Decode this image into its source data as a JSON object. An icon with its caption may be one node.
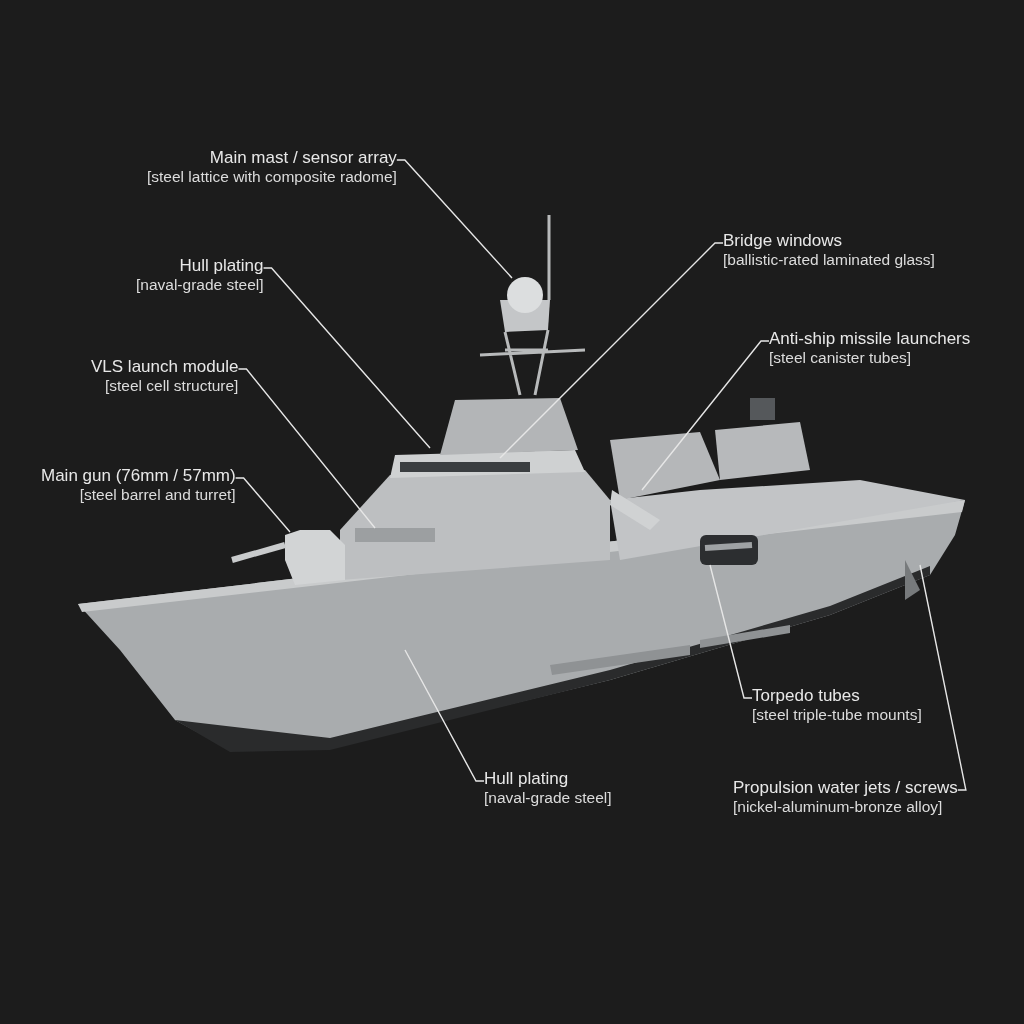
{
  "diagram": {
    "nodes": [
      {
        "text": [
          "Main mast / sensor array",
          "[steel lattice with composite radome]"
        ]
      },
      {
        "text": [
          "Hull plating",
          "[naval-grade steel]"
        ]
      },
      {
        "text": [
          "Bridge windows",
          "[ballistic-rated laminated glass]"
        ]
      },
      {
        "text": [
          "VLS launch module",
          "[steel cell structure]"
        ]
      },
      {
        "text": [
          "Anti-ship missile launchers",
          "[steel canister tubes]"
        ]
      },
      {
        "text": [
          "Main gun (76mm / 57mm)",
          "[steel barrel and turret]"
        ]
      },
      {
        "text": [
          "Torpedo tubes",
          "[steel triple-tube mounts]"
        ]
      },
      {
        "text": [
          "Hull plating",
          "[naval-grade steel]"
        ]
      },
      {
        "text": [
          "Propulsion water jets / screws",
          "[nickel-aluminum-bronze alloy]"
        ]
      }
    ],
    "edges": [
      {
        "from": 0,
        "to": null,
        "arrow": "none"
      },
      {
        "from": 1,
        "to": null,
        "arrow": "none"
      },
      {
        "from": 2,
        "to": null,
        "arrow": "none"
      },
      {
        "from": 3,
        "to": null,
        "arrow": "none"
      },
      {
        "from": 4,
        "to": null,
        "arrow": "none"
      },
      {
        "from": 5,
        "to": null,
        "arrow": "none"
      },
      {
        "from": 6,
        "to": null,
        "arrow": "none"
      },
      {
        "from": 7,
        "to": null,
        "arrow": "none"
      },
      {
        "from": 8,
        "to": null,
        "arrow": "none"
      }
    ]
  }
}
